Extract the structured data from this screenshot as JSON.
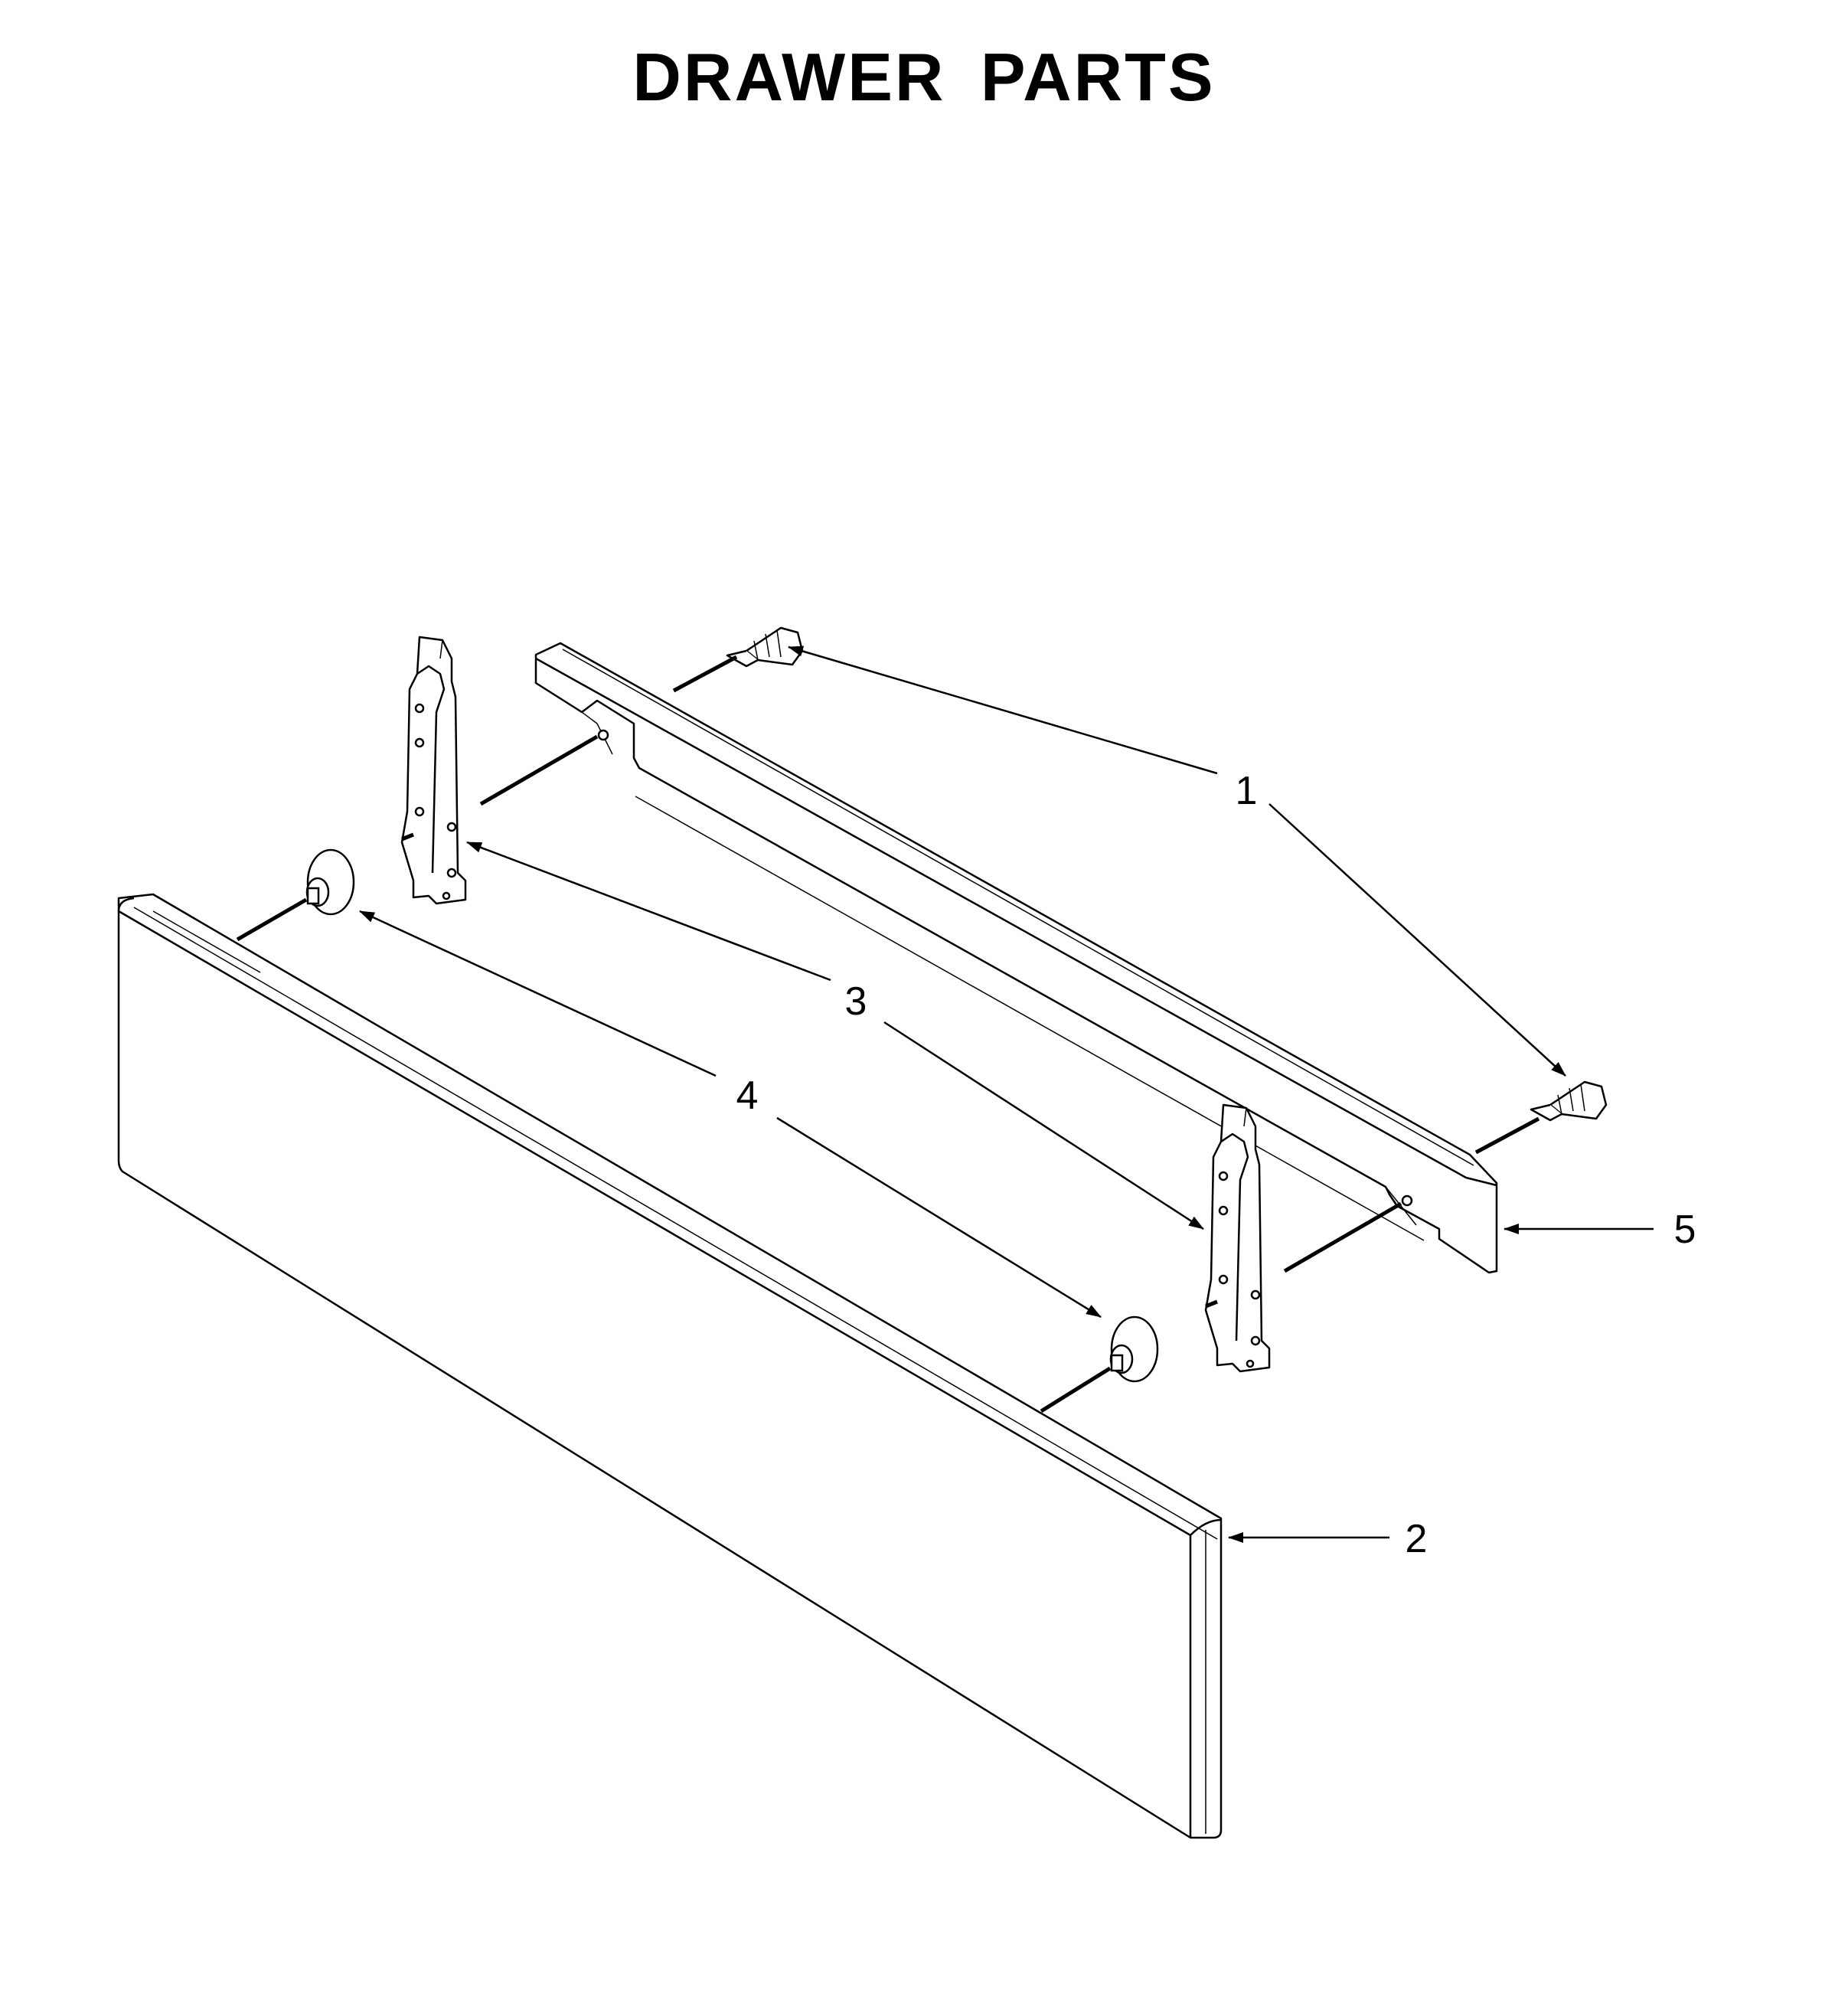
{
  "title": "DRAWER PARTS",
  "callouts": [
    {
      "id": "1",
      "label": "1"
    },
    {
      "id": "2",
      "label": "2"
    },
    {
      "id": "3",
      "label": "3"
    },
    {
      "id": "4",
      "label": "4"
    },
    {
      "id": "5",
      "label": "5"
    }
  ],
  "colors": {
    "line": "#000000",
    "background": "#ffffff",
    "part_fill": "#ffffff"
  }
}
